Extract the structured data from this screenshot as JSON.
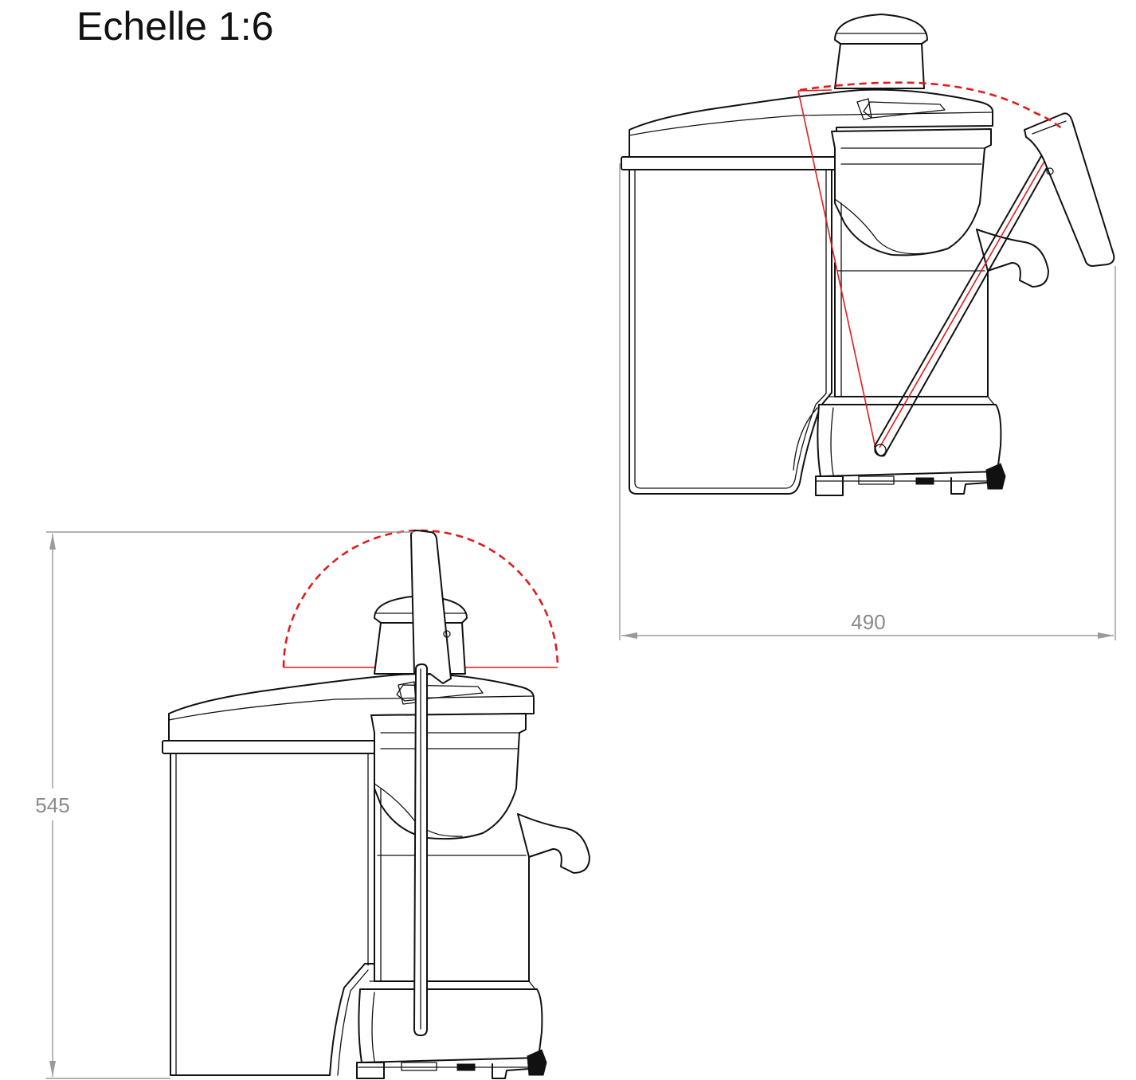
{
  "title": "Echelle 1:6",
  "dimensions": {
    "width_label": "490",
    "height_label": "545"
  },
  "colors": {
    "outline": "#111111",
    "dimension": "#8a8a8a",
    "swing_path": "#e11b1b"
  },
  "views": [
    {
      "name": "lid-open-view"
    },
    {
      "name": "lid-closed-view"
    }
  ]
}
